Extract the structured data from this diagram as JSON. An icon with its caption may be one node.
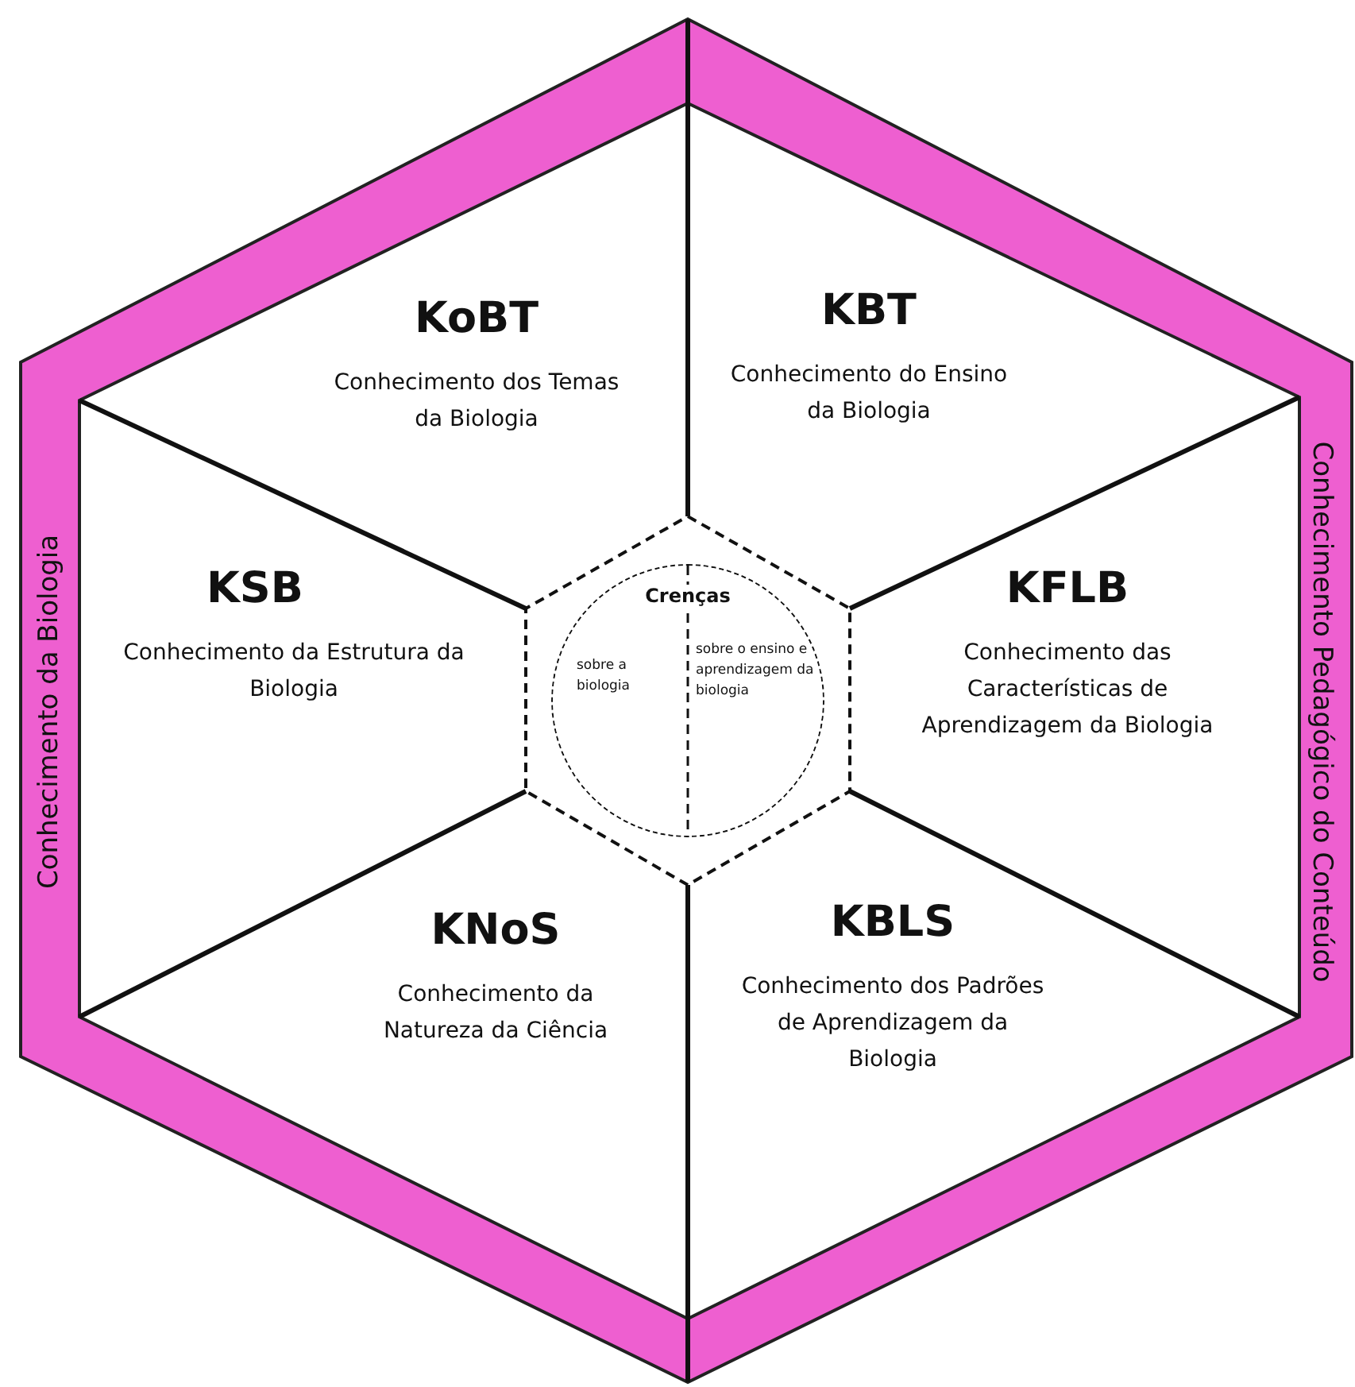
{
  "diagram": {
    "nodes": [
      {
        "text": [
          "Conhecimento da Biologia"
        ]
      },
      {
        "text": [
          "Conhecimento Pedagógico do Conteúdo"
        ]
      },
      {
        "text": [
          "KoBT",
          "Conhecimento dos Temas da Biologia"
        ]
      },
      {
        "text": [
          "KBT",
          "Conhecimento do Ensino da Biologia"
        ]
      },
      {
        "text": [
          "KSB",
          "Conhecimento da Estrutura da Biologia"
        ]
      },
      {
        "text": [
          "KFLB",
          "Conhecimento das Características de Aprendizagem da Biologia"
        ]
      },
      {
        "text": [
          "KNoS",
          "Conhecimento da Natureza da Ciência"
        ]
      },
      {
        "text": [
          "KBLS",
          "Conhecimento dos Padrões de Aprendizagem da Biologia"
        ]
      },
      {
        "text": [
          "Crenças"
        ]
      },
      {
        "text": [
          "sobre a biologia"
        ],
        "in": 8
      },
      {
        "text": [
          "sobre o ensino e aprendizagem da biologia"
        ],
        "in": 8
      }
    ],
    "edges": []
  }
}
